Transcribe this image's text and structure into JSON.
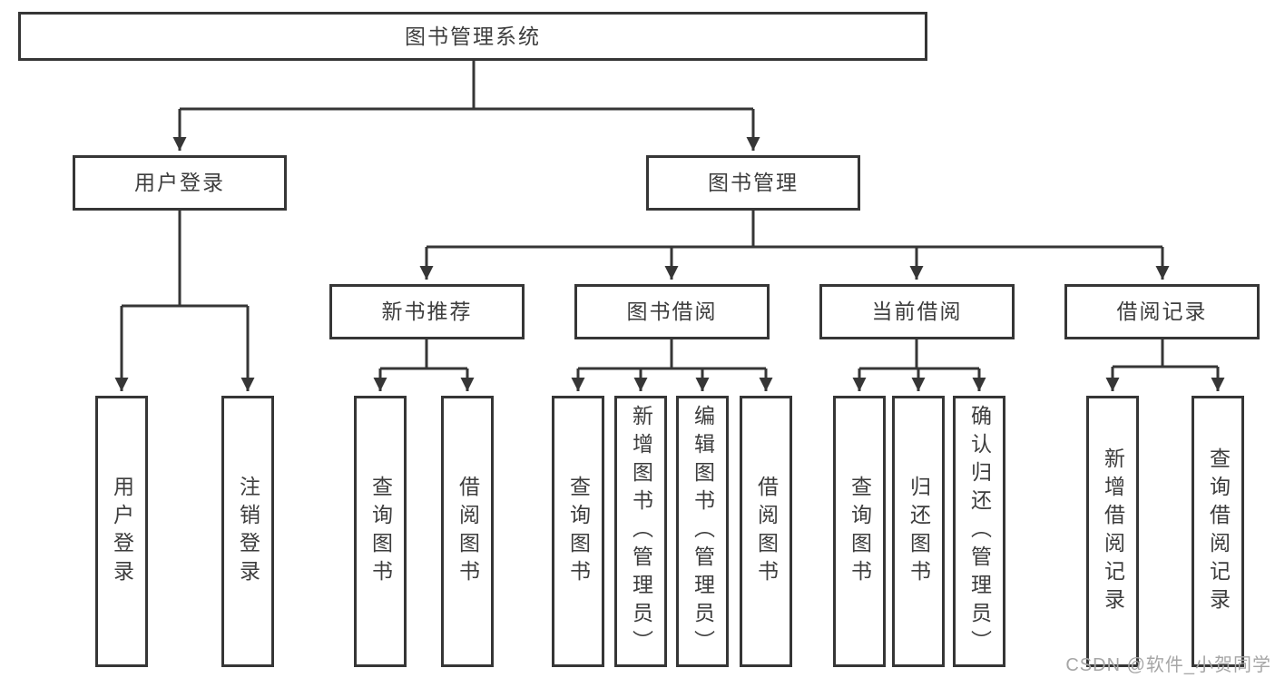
{
  "diagram": {
    "root": {
      "label": "图书管理系统",
      "children": [
        {
          "label": "用户登录",
          "children": [
            {
              "label": "用户登录"
            },
            {
              "label": "注销登录"
            }
          ]
        },
        {
          "label": "图书管理",
          "children": [
            {
              "label": "新书推荐",
              "children": [
                {
                  "label": "查询图书"
                },
                {
                  "label": "借阅图书"
                }
              ]
            },
            {
              "label": "图书借阅",
              "children": [
                {
                  "label": "查询图书"
                },
                {
                  "label": "新增图书（管理员）"
                },
                {
                  "label": "编辑图书（管理员）"
                },
                {
                  "label": "借阅图书"
                }
              ]
            },
            {
              "label": "当前借阅",
              "children": [
                {
                  "label": "查询图书"
                },
                {
                  "label": "归还图书"
                },
                {
                  "label": "确认归还（管理员）"
                }
              ]
            },
            {
              "label": "借阅记录",
              "children": [
                {
                  "label": "新增借阅记录"
                },
                {
                  "label": "查询借阅记录"
                }
              ]
            }
          ]
        }
      ]
    }
  },
  "watermark": {
    "text": "CSDN @软件_小贺同学"
  },
  "colors": {
    "line": "#363636",
    "border": "#363636",
    "text": "#3d3d3d",
    "watermark": "#a6a6a6",
    "background": "#ffffff"
  }
}
